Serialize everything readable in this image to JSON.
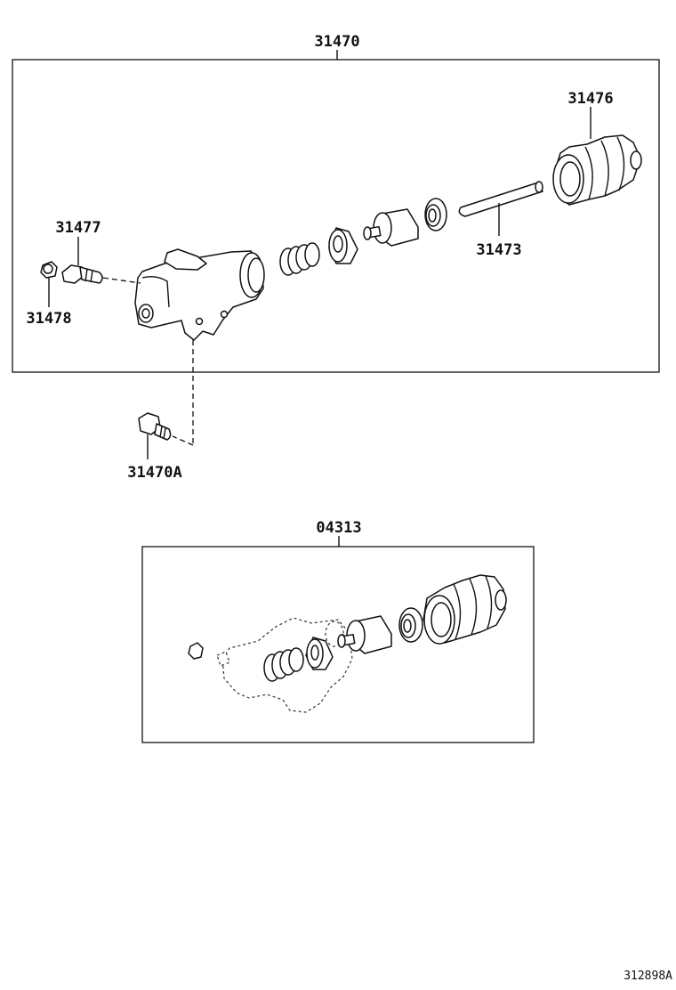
{
  "labels": {
    "assembly": "31470",
    "boot": "31476",
    "bleeder_plug": "31477",
    "bleeder_cap": "31478",
    "push_rod": "31473",
    "bolt": "31470A",
    "repair_kit": "04313",
    "figure_id": "312898A"
  }
}
